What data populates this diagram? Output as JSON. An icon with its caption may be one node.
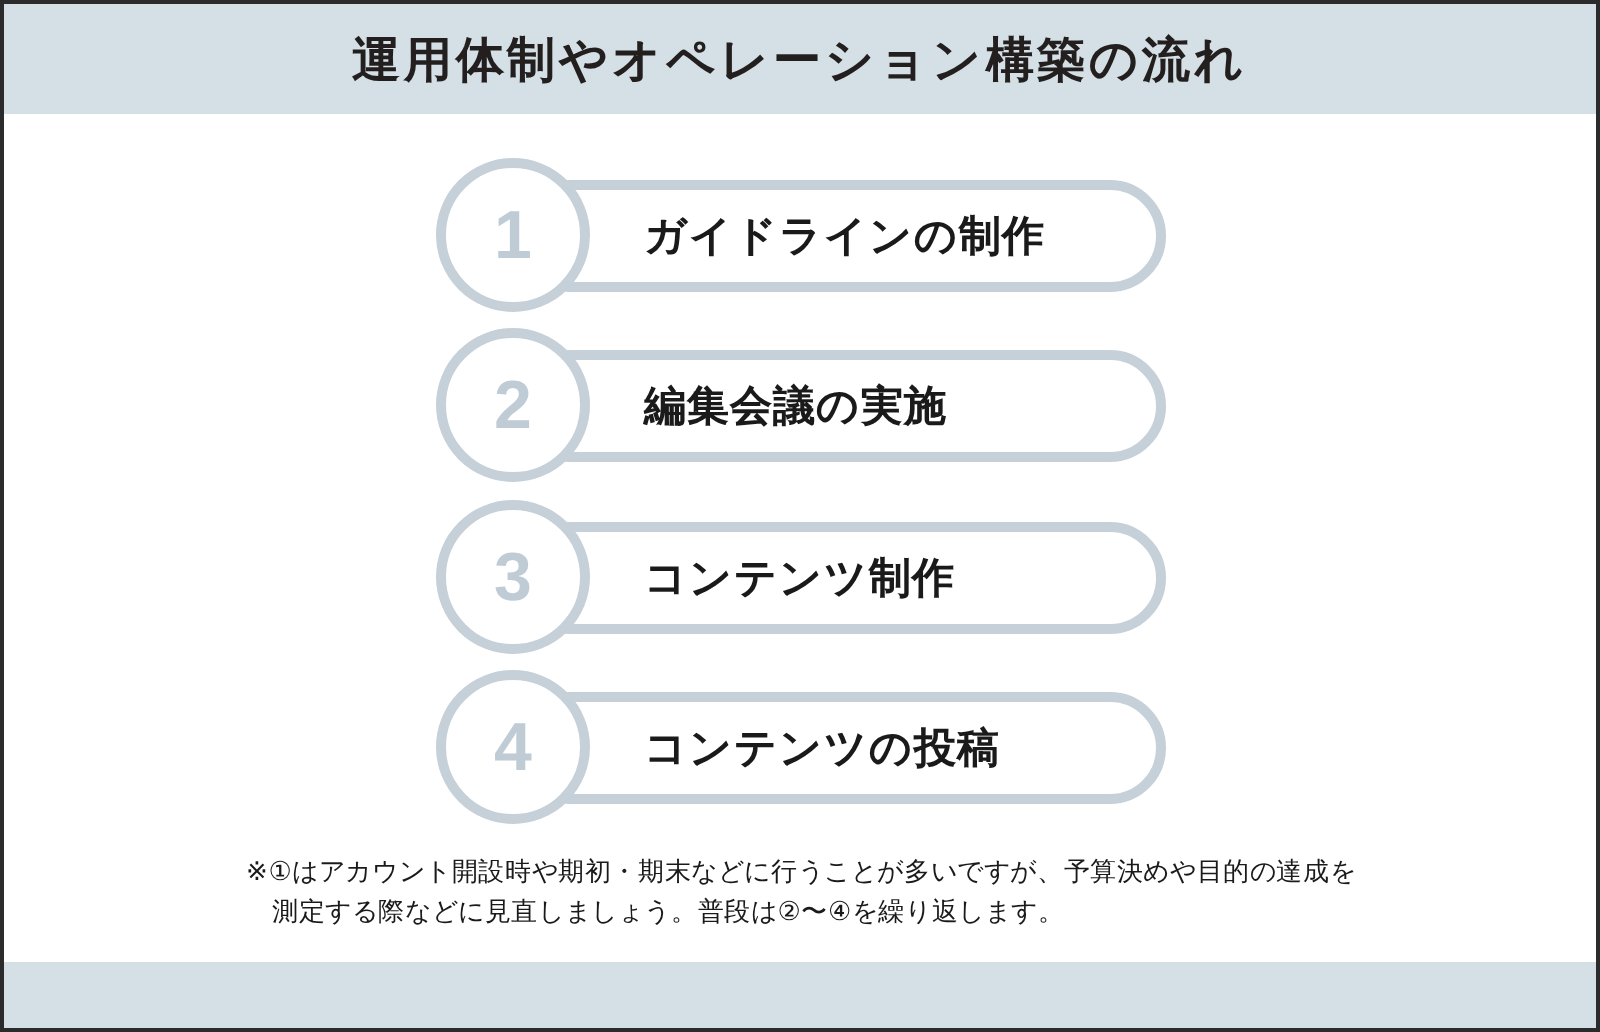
{
  "diagram": {
    "title": "運用体制やオペレーション構築の流れ",
    "nodes": [
      {
        "text": [
          "1",
          "ガイドラインの制作"
        ]
      },
      {
        "text": [
          "2",
          "編集会議の実施"
        ]
      },
      {
        "text": [
          "3",
          "コンテンツ制作"
        ]
      },
      {
        "text": [
          "4",
          "コンテンツの投稿"
        ]
      }
    ],
    "labels": [
      "※①はアカウント開設時や期初・期末などに行うことが多いですが、予算決めや目的の達成を測定する際などに見直しましょう。普段は②〜④を繰り返します。"
    ]
  }
}
